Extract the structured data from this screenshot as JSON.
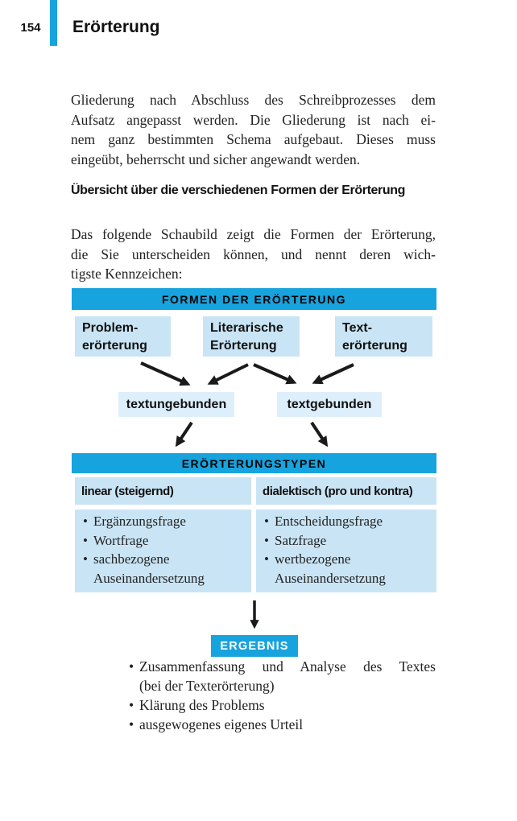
{
  "page": {
    "number": "154",
    "title": "Erörterung"
  },
  "colors": {
    "accent": "#17a3dd",
    "box_fill": "#c9e4f4",
    "box_fill_light": "#ddeffa"
  },
  "intro": {
    "lines": [
      "Gliederung nach Abschluss des Schreibprozesses dem",
      "Aufsatz angepasst werden. Die Gliederung ist nach ei-",
      "nem ganz bestimmten Schema aufgebaut. Dieses muss",
      "eingeübt, beherrscht und sicher angewandt werden."
    ]
  },
  "overview": {
    "heading": "Übersicht über die verschiedenen Formen der Erörterung",
    "para_lines": [
      "Das folgende Schaubild zeigt die Formen der Erörterung,",
      "die Sie unterscheiden können, und nennt deren wich-",
      "tigste Kennzeichen:"
    ]
  },
  "diagram": {
    "header": "FORMEN DER ERÖRTERUNG",
    "forms": [
      {
        "lines": [
          "Problem-",
          "erörterung"
        ]
      },
      {
        "lines": [
          "Literarische",
          "Erörterung"
        ]
      },
      {
        "lines": [
          "Text-",
          "erörterung"
        ]
      }
    ],
    "bindings": [
      {
        "label": "textungebunden"
      },
      {
        "label": "textgebunden"
      }
    ],
    "types_header": "ERÖRTERUNGSTYPEN",
    "columns": [
      {
        "header": "linear (steigernd)",
        "items": [
          "Ergänzungsfrage",
          "Wortfrage",
          "sachbezogene Auseinandersetzung"
        ]
      },
      {
        "header": "dialektisch (pro und kontra)",
        "items": [
          "Entscheidungsfrage",
          "Satzfrage",
          "wertbezogene Auseinandersetzung"
        ]
      }
    ],
    "result": {
      "label": "ERGEBNIS",
      "items": [
        {
          "justify": true,
          "lines": [
            "Zusammenfassung und Analyse des Textes",
            "(bei der Texterörterung)"
          ]
        },
        {
          "lines": [
            "Klärung des Problems"
          ]
        },
        {
          "lines": [
            "ausgewogenes eigenes Urteil"
          ]
        }
      ]
    }
  }
}
